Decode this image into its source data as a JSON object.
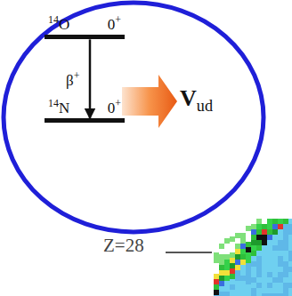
{
  "diagram": {
    "nodes": [
      {
        "text": [
          "14O",
          "0+"
        ]
      },
      {
        "text": [
          "14N",
          "0+"
        ]
      }
    ],
    "edges": [
      {
        "from": 0,
        "to": 1,
        "arrow": "to",
        "label": "β+"
      }
    ],
    "labels": [
      "Vud",
      "Z=28"
    ]
  }
}
